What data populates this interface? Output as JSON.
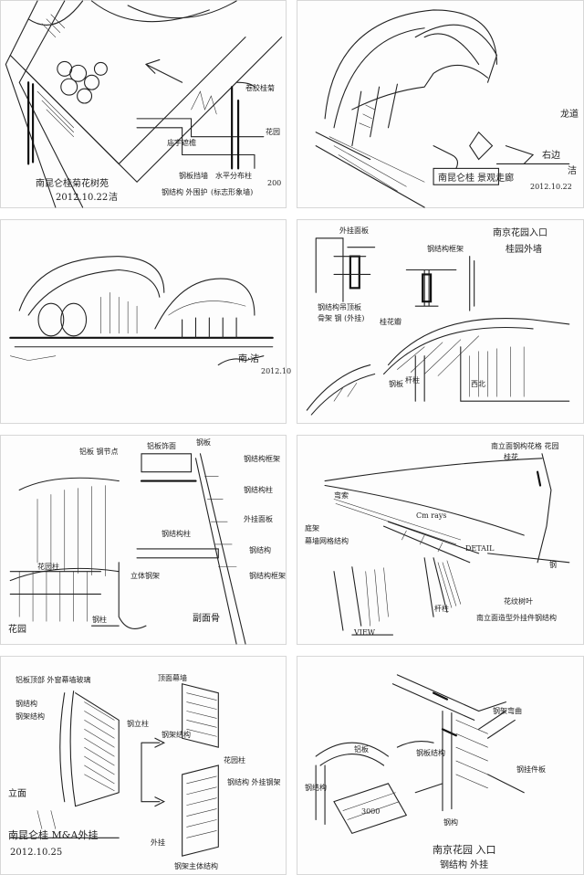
{
  "panels": [
    {
      "notes": [
        "南昆仑桂菊花树苑",
        "2012.10.22",
        "洁",
        "卷胶桂菊",
        "庙宇遮檐",
        "钢板挡墙",
        "水平分布柱",
        "钢结构 外围护",
        "(标志形象墙)",
        "花园",
        "200"
      ]
    },
    {
      "notes": [
        "南昆仑桂 景观走廊",
        "2012.10.22",
        "龙道",
        "右边",
        "洁"
      ]
    },
    {
      "notes": [
        "南·洁",
        "2012.10"
      ]
    },
    {
      "notes": [
        "南京花园入口",
        "桂园外墙",
        "外挂面板",
        "钢结构框架",
        "钢结构吊顶板",
        "骨架 钢 (外挂)",
        "桂花瓣",
        "杆柱",
        "西北",
        "钢板"
      ]
    },
    {
      "notes": [
        "铝板饰面",
        "钢板",
        "铝板 钢节点",
        "钢结构框架",
        "钢结构柱",
        "外挂面板",
        "钢结构",
        "花园柱",
        "钢结构柱",
        "钢柱",
        "花园",
        "副面骨",
        "立体钢架",
        "钢结构框架"
      ]
    },
    {
      "notes": [
        "南立面钢构花格 花园",
        "桂花",
        "弯索",
        "Cm rays",
        "庭架",
        "幕墙网格结构",
        "DETAIL",
        "杆柱",
        "钢",
        "花纹树叶",
        "南立面造型外挂件钢结构",
        "VIEW"
      ]
    },
    {
      "notes": [
        "铝板顶部 外窗幕墙玻璃",
        "钢结构",
        "钢架结构",
        "顶面幕墙",
        "钢立柱",
        "钢架结构",
        "花园柱",
        "钢结构 外挂钢架",
        "外挂",
        "立面",
        "南昆仑桂 M&A外挂",
        "2012.10.25",
        "钢架主体结构"
      ]
    },
    {
      "notes": [
        "钢架弯曲",
        "铝板",
        "钢板结构",
        "钢结构",
        "钢挂件板",
        "钢构",
        "3000",
        "南京花园 入口",
        "钢结构 外挂"
      ]
    }
  ]
}
